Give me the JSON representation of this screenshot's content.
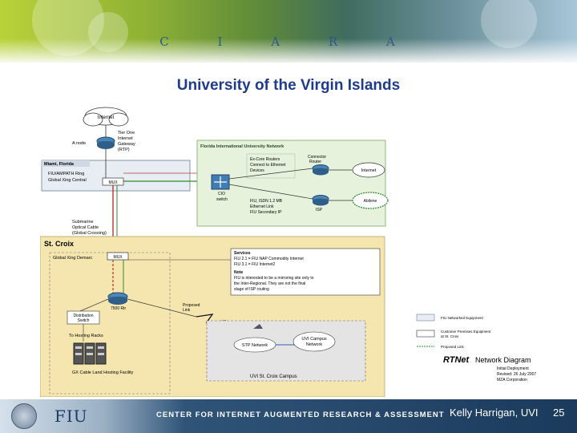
{
  "header": {
    "logo": "C I A R A"
  },
  "slide": {
    "title": "University of the Virgin Islands"
  },
  "diagram": {
    "internet_cloud": "Internet",
    "tier_one_gateway": [
      "Tier One",
      "Internet",
      "Gateway",
      "(RTP)"
    ],
    "router_a": "A node",
    "miami_box_title": "Miami, Florida",
    "miami_box_line1": "FIU/AMPATH Ring",
    "miami_box_line2": "Global Xing Central",
    "miami_node": "MUX",
    "fiu_network_title": "Florida International University Network",
    "fiu_notes": [
      "Ex-Core Routers",
      "Connect to Ethernet",
      "Devices"
    ],
    "connector_label": [
      "Connector",
      "Router"
    ],
    "internet2_label": "Internet",
    "isp_cloud": "Abilene",
    "fiu_switch": [
      "CIO",
      "switch"
    ],
    "fiu_lower_notes": [
      "FIU, ISDN 1.2 MB",
      "Ethernet Link",
      "FIU Secondary IP"
    ],
    "router_isp": "ISP",
    "submarine_cable": [
      "Submarine",
      "Optical Cable",
      "(Global Crossing)"
    ],
    "st_croix_title": "St. Croix",
    "global_xing": "Global Xing Demarc",
    "st_croix_node": "MUX",
    "services_title": "Services",
    "services_line1": "FIU 2.1 = FIU NAP Commodity Internet",
    "services_line2": "FIU 3.1 = FIU Internet2",
    "note_title": "Note",
    "note_line1": "FIU is interested to be a mirroring site only to",
    "note_line2": "the Inter-Regional. They are not the final",
    "note_line3": "stage of ISP routing",
    "router_uvi": "7500 Rtr",
    "distribution_switch": [
      "Distribution",
      "Switch"
    ],
    "hosting_racks": "To Hosting Racks",
    "gx_facility": "GX Cable Land Hosting Facility",
    "proposed": [
      "Proposed",
      "Link"
    ],
    "stp_network": "STP Network",
    "uvi_campus_network": [
      "UVI Campus",
      "Network"
    ],
    "uvi_campus_label": "UVI St. Croix Campus",
    "legend": {
      "item1": "FIU Networked Equipment",
      "item2": [
        "Customer Premises Equipment",
        "at St. Croix"
      ],
      "item3": "Proposed Link"
    },
    "rtnet_title": "RTNet",
    "rtnet_subtitle": "Network Diagram",
    "rtnet_lines": [
      "Initial Deployment",
      "Revised: 26 July 2007",
      "MZA Corporation"
    ]
  },
  "footer": {
    "fiu_logo": "FIU",
    "center_name": "CENTER FOR INTERNET AUGMENTED RESEARCH & ASSESSMENT",
    "speaker": "Kelly Harrigan, UVI",
    "slide_number": "25"
  },
  "colors": {
    "title": "#1f3c8c",
    "footer_dark": "#1b3a5c",
    "st_croix_zone": "#f5e6b0",
    "fiu_zone": "#e6f2dc"
  }
}
